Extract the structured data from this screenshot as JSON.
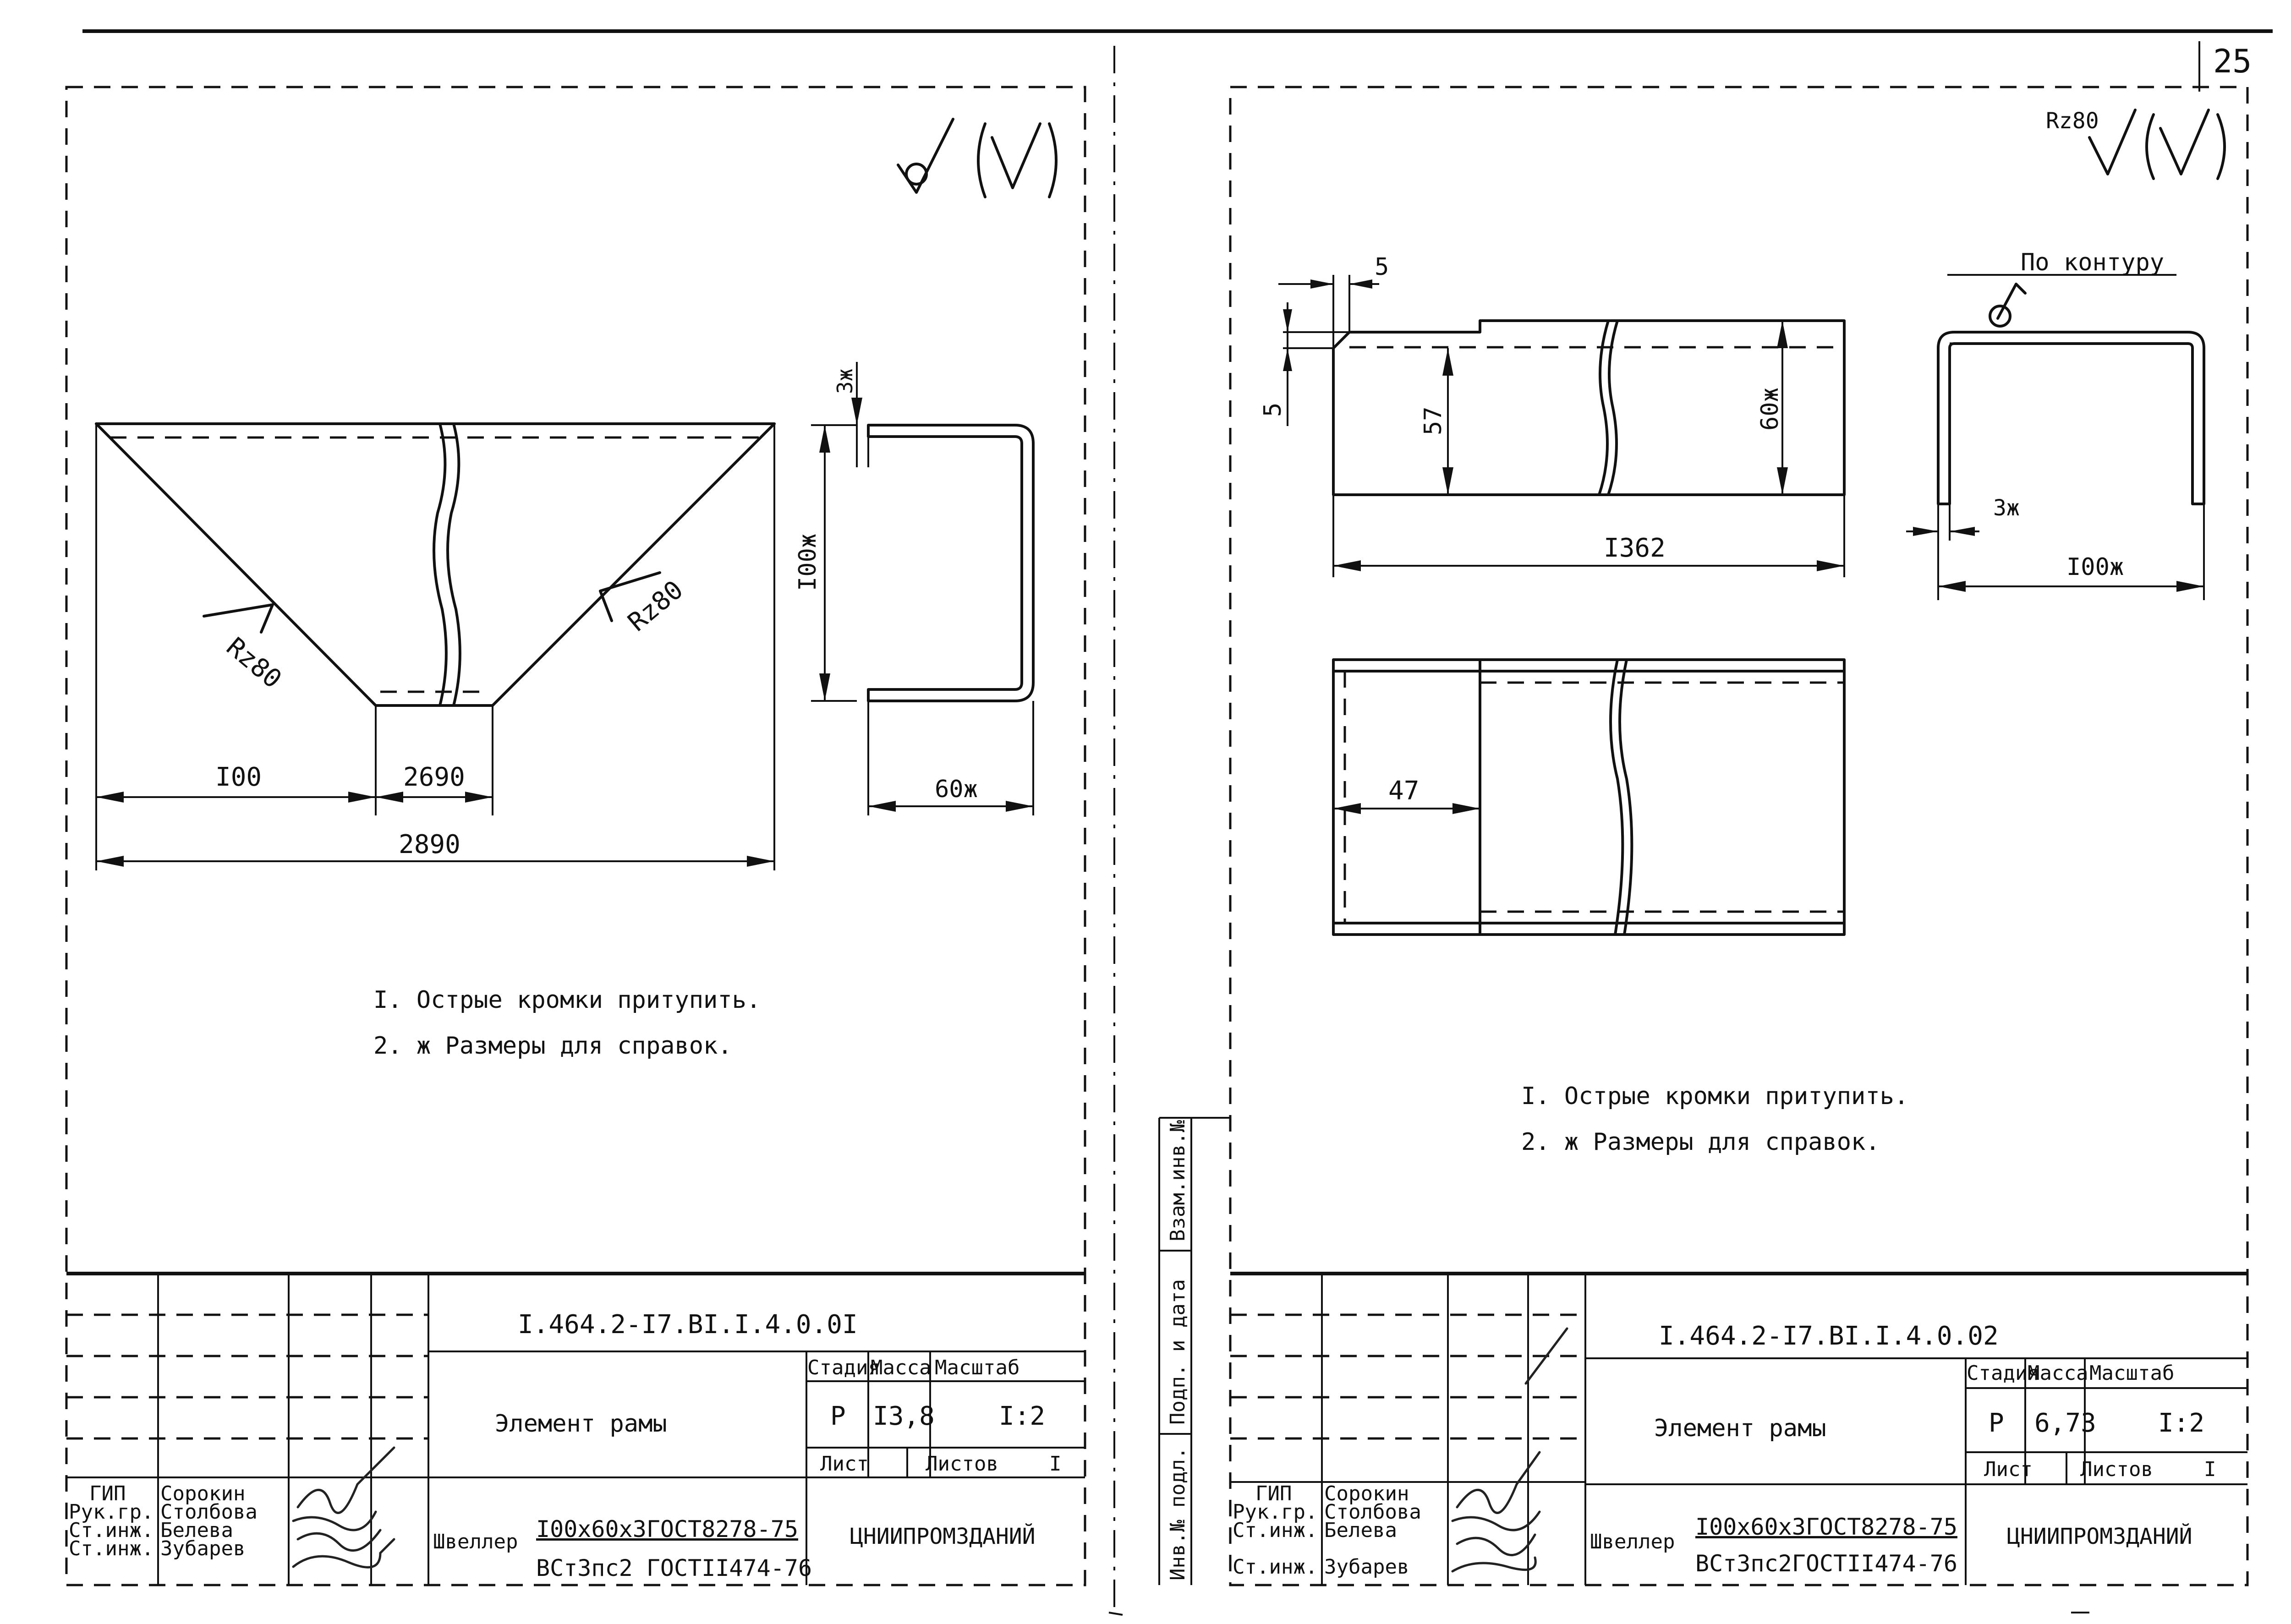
{
  "page_number": "25",
  "left_sheet": {
    "roughness_mark": "(√)",
    "dimensions": {
      "height": "I00ж",
      "wall": "3ж",
      "flange": "60ж",
      "left_part": "I00",
      "mid_part": "2690",
      "total": "2890"
    },
    "roughness_labels": [
      "Rz80",
      "Rz80"
    ],
    "notes": [
      "I. Острые кромки притупить.",
      "2. ж Размеры для справок."
    ],
    "title_block": {
      "designation": "I.464.2-I7.BI.I.4.0.0I",
      "name": "Элемент рамы",
      "stage_header": "Стадия",
      "mass_header": "Масса",
      "scale_header": "Масштаб",
      "stage": "Р",
      "mass": "I3,8",
      "scale": "I:2",
      "sheet_label": "Лист",
      "sheets_label": "Листов",
      "sheets_value": "I",
      "material_prefix": "Швеллер",
      "material_line1": "I00x60x3ГОСТ8278-75",
      "material_line2": "ВСт3пс2 ГОСТII474-76",
      "organization": "ЦНИИПРОМЗДАНИЙ",
      "roles": [
        "ГИП",
        "Рук.гр.",
        "Ст.инж.",
        "Ст.инж."
      ],
      "people": [
        "Сорокин",
        "Столбова",
        "Белева",
        "Зубарев"
      ]
    }
  },
  "right_sheet": {
    "roughness_mark": "Rz80",
    "contour_note": "По контуру",
    "dimensions": {
      "notch_w": "5",
      "notch_h": "5",
      "inner_height": "57",
      "height": "60ж",
      "length": "I362",
      "wall": "3ж",
      "width": "I00ж",
      "end": "47"
    },
    "notes": [
      "I. Острые кромки притупить.",
      "2. ж Размеры для справок."
    ],
    "side_stamps": [
      "Взам.инв.№",
      "Подп. и дата",
      "Инв.№ подл."
    ],
    "title_block": {
      "designation": "I.464.2-I7.BI.I.4.0.02",
      "name": "Элемент рамы",
      "stage_header": "Стадия",
      "mass_header": "Масса",
      "scale_header": "Масштаб",
      "stage": "Р",
      "mass": "6,73",
      "scale": "I:2",
      "sheet_label": "Лист",
      "sheets_label": "Листов",
      "sheets_value": "I",
      "material_prefix": "Швеллер",
      "material_line1": "I00x60x3ГОСТ8278-75",
      "material_line2": "ВСт3пс2ГОСТII474-76",
      "organization": "ЦНИИПРОМЗДАНИЙ",
      "roles": [
        "ГИП",
        "Рук.гр.",
        "Ст.инж.",
        "Ст.инж."
      ],
      "people": [
        "Сорокин",
        "Столбова",
        "Белева",
        "Зубарев"
      ]
    }
  }
}
